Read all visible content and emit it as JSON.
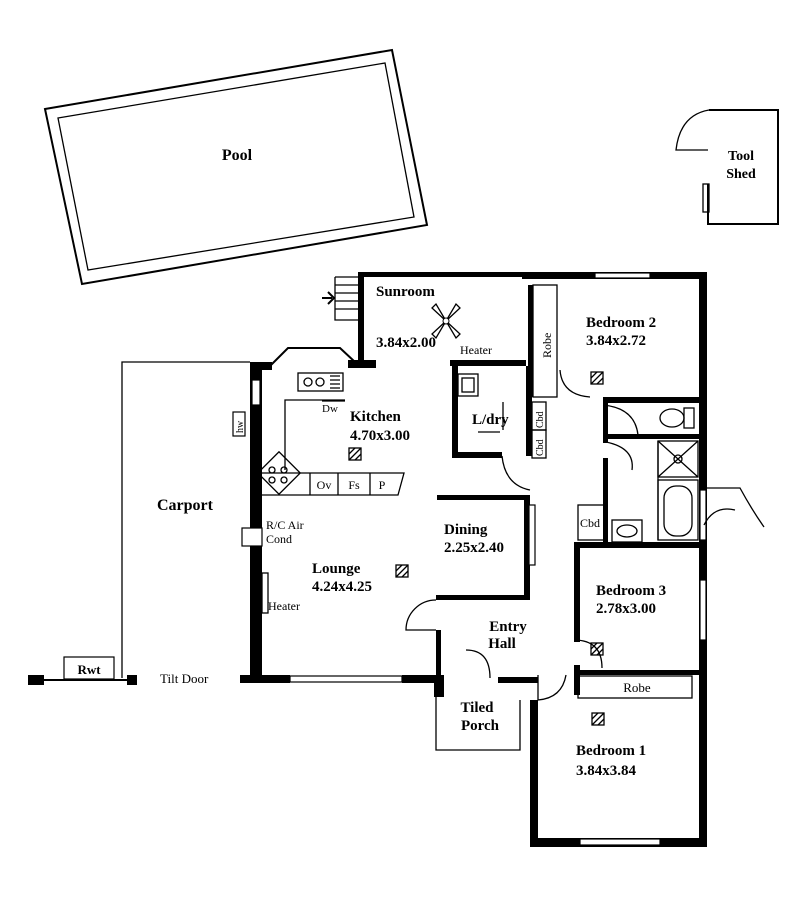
{
  "outdoor": {
    "pool": "Pool",
    "tool_shed_line1": "Tool",
    "tool_shed_line2": "Shed",
    "carport": "Carport",
    "rwt": "Rwt",
    "tilt_door": "Tilt Door"
  },
  "rooms": {
    "sunroom": {
      "name": "Sunroom",
      "size": "3.84x2.00"
    },
    "kitchen": {
      "name": "Kitchen",
      "size": "4.70x3.00"
    },
    "laundry": {
      "name": "L/dry"
    },
    "bedroom2": {
      "name": "Bedroom 2",
      "size": "3.84x2.72"
    },
    "lounge": {
      "name": "Lounge",
      "size": "4.24x4.25"
    },
    "dining": {
      "name": "Dining",
      "size": "2.25x2.40"
    },
    "bedroom3": {
      "name": "Bedroom 3",
      "size": "2.78x3.00"
    },
    "entry_hall_line1": "Entry",
    "entry_hall_line2": "Hall",
    "tiled_porch_line1": "Tiled",
    "tiled_porch_line2": "Porch",
    "bedroom1": {
      "name": "Bedroom 1",
      "size": "3.84x3.84"
    }
  },
  "fixtures": {
    "heater_sunroom": "Heater",
    "heater_lounge": "Heater",
    "dw": "Dw",
    "hw": "hw",
    "ov": "Ov",
    "fs": "Fs",
    "p": "P",
    "robe_bed2": "Robe",
    "robe_bed1": "Robe",
    "cbd_laundry_top": "Cbd",
    "cbd_laundry_bottom": "Cbd",
    "cbd_bath": "Cbd",
    "rc_air_line1": "R/C Air",
    "rc_air_line2": "Cond"
  },
  "icons": [
    "ceiling-fan-icon",
    "heater-grille-icon",
    "stairs-icon",
    "toilet-icon",
    "shower-icon",
    "bathtub-icon",
    "basin-icon",
    "cooktop-icon",
    "sink-icon",
    "laundry-tub-icon"
  ]
}
